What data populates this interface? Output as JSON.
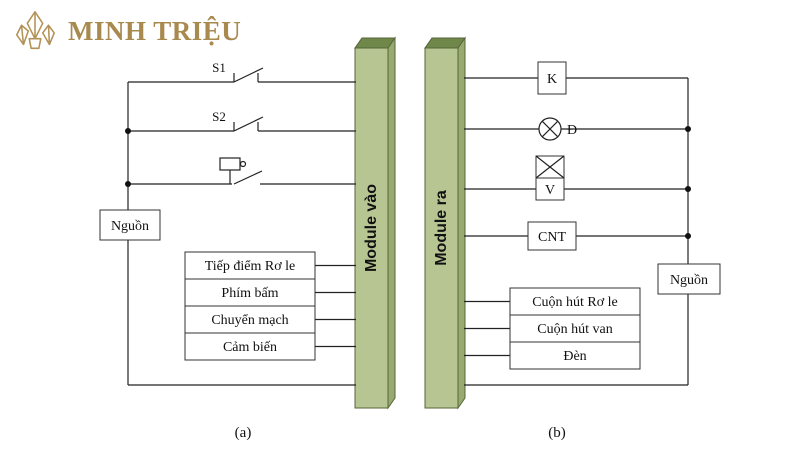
{
  "brand": {
    "name": "MINH TRIỆU"
  },
  "modules": {
    "input_label": "Module vào",
    "output_label": "Module ra"
  },
  "left": {
    "source": "Nguồn",
    "switch1": "S1",
    "switch2": "S2",
    "boxes": [
      "Tiếp điểm Rơ le",
      "Phím bấm",
      "Chuyển mạch",
      "Cảm biến"
    ]
  },
  "right": {
    "source": "Nguồn",
    "relay": "K",
    "lamp": "Đ",
    "valve": "V",
    "counter": "CNT",
    "boxes": [
      "Cuộn hút Rơ le",
      "Cuộn hút van",
      "Đèn"
    ]
  },
  "captions": {
    "a": "(a)",
    "b": "(b)"
  },
  "colors": {
    "gold": "#a8894e",
    "module_front": "#b7c593",
    "module_top": "#6f8749",
    "module_side": "#99aa70",
    "wire": "#222222"
  }
}
